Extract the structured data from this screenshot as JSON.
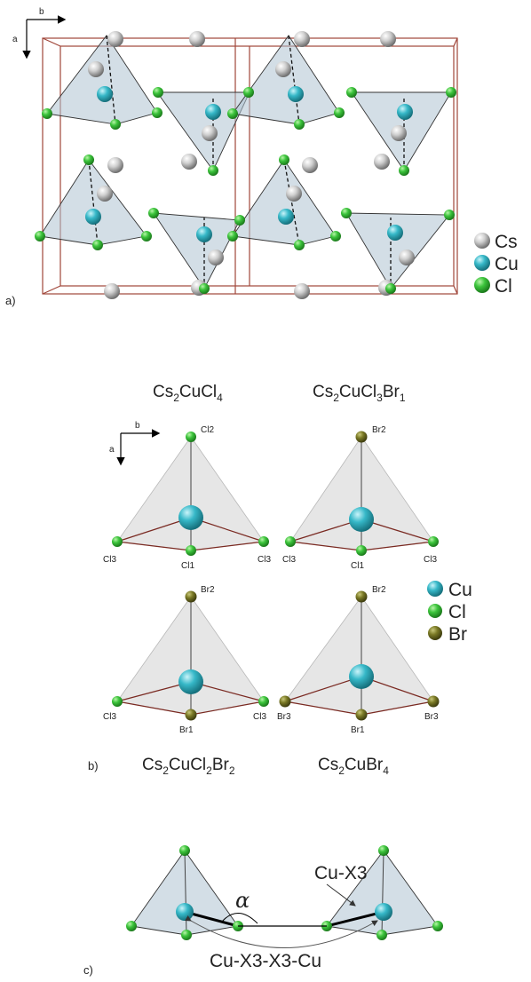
{
  "panel_a": {
    "label": "a)",
    "axis_a": "a",
    "axis_b": "b",
    "legend": [
      {
        "symbol": "Cs",
        "color": "#bdbdbd"
      },
      {
        "symbol": "Cu",
        "color": "#36b8c8"
      },
      {
        "symbol": "Cl",
        "color": "#3cc43c"
      }
    ]
  },
  "panel_b": {
    "label": "b)",
    "axis_a": "a",
    "axis_b": "b",
    "compounds": [
      {
        "base": "Cs",
        "s1": "2",
        "mid": "CuCl",
        "s2": "4",
        "tail": "",
        "s3": ""
      },
      {
        "base": "Cs",
        "s1": "2",
        "mid": "CuCl",
        "s2": "3",
        "tail": "Br",
        "s3": "1"
      },
      {
        "base": "Cs",
        "s1": "2",
        "mid": "CuCl",
        "s2": "2",
        "tail": "Br",
        "s3": "2"
      },
      {
        "base": "Cs",
        "s1": "2",
        "mid": "CuBr",
        "s2": "4",
        "tail": "",
        "s3": ""
      }
    ],
    "tetra_labels": [
      {
        "top": "Cl2",
        "left": "Cl3",
        "bottom": "Cl1",
        "right": "Cl3"
      },
      {
        "top": "Br2",
        "left": "Cl3",
        "bottom": "Cl1",
        "right": "Cl3"
      },
      {
        "top": "Br2",
        "left": "Cl3",
        "bottom": "Br1",
        "right": "Cl3"
      },
      {
        "top": "Br2",
        "left": "Br3",
        "bottom": "Br1",
        "right": "Br3"
      }
    ],
    "legend": [
      {
        "symbol": "Cu",
        "color": "#36b8c8"
      },
      {
        "symbol": "Cl",
        "color": "#3cc43c"
      },
      {
        "symbol": "Br",
        "color": "#6d6b1f"
      }
    ]
  },
  "panel_c": {
    "label": "c)",
    "angle": "α",
    "bond_label": "Cu-X3",
    "path_label": "Cu-X3-X3-Cu"
  }
}
